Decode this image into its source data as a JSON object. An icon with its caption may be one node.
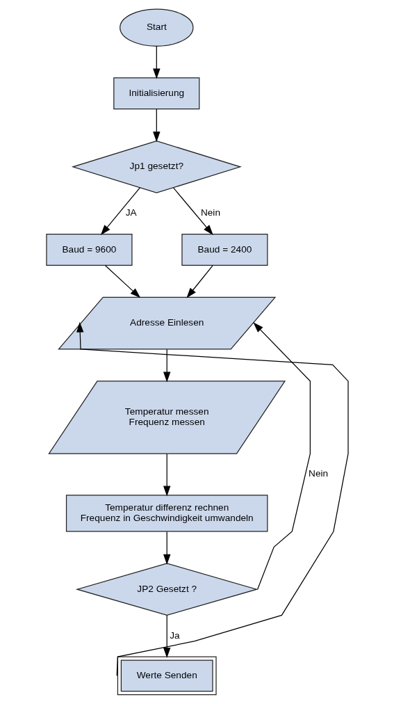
{
  "diagram": {
    "nodes": [
      {
        "text": [
          "Start"
        ]
      },
      {
        "text": [
          "Initialisierung"
        ]
      },
      {
        "text": [
          "Jp1 gesetzt?"
        ]
      },
      {
        "text": [
          "Baud = 9600"
        ]
      },
      {
        "text": [
          "Baud = 2400"
        ]
      },
      {
        "text": [
          "Adresse Einlesen"
        ]
      },
      {
        "text": [
          "Temperatur messen",
          "Frequenz messen"
        ]
      },
      {
        "text": [
          "Temperatur differenz rechnen",
          "Frequenz in Geschwindigkeit umwandeln"
        ]
      },
      {
        "text": [
          "JP2 Gesetzt ?"
        ]
      },
      {
        "text": [
          "Werte Senden"
        ]
      }
    ],
    "edges": [
      {
        "from": 0,
        "to": 1,
        "arrow": "to"
      },
      {
        "from": 1,
        "to": 2,
        "arrow": "to"
      },
      {
        "from": 2,
        "to": 3,
        "label": "JA",
        "arrow": "to"
      },
      {
        "from": 2,
        "to": 4,
        "label": "Nein",
        "arrow": "to"
      },
      {
        "from": 3,
        "to": 5,
        "arrow": "to"
      },
      {
        "from": 4,
        "to": 5,
        "arrow": "to"
      },
      {
        "from": 5,
        "to": 6,
        "arrow": "to"
      },
      {
        "from": 6,
        "to": 7,
        "arrow": "to"
      },
      {
        "from": 7,
        "to": 8,
        "arrow": "to"
      },
      {
        "from": 8,
        "to": 9,
        "label": "Ja",
        "arrow": "to"
      },
      {
        "from": 9,
        "to": 5,
        "arrow": "to"
      },
      {
        "from": 8,
        "to": 5,
        "label": "Nein",
        "arrow": "to"
      }
    ]
  }
}
